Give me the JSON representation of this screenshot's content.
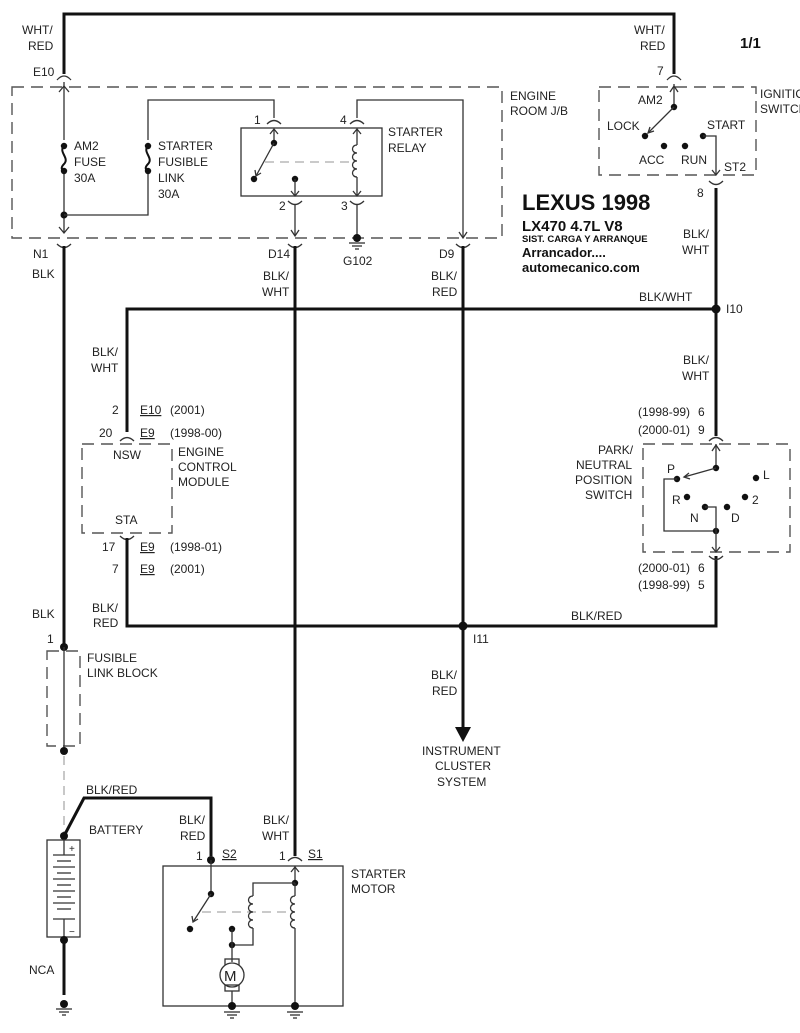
{
  "page_indicator": "1/1",
  "title": {
    "make_year": "LEXUS 1998",
    "model": "LX470  4.7L  V8",
    "system": "SIST. CARGA Y ARRANQUE",
    "section": "Arrancador....",
    "site": "automecanico.com"
  },
  "components": {
    "engine_room_jb": [
      "ENGINE",
      "ROOM J/B"
    ],
    "am2_fuse": [
      "AM2",
      "FUSE",
      "30A"
    ],
    "starter_fusible_link": [
      "STARTER",
      "FUSIBLE",
      "LINK",
      "30A"
    ],
    "starter_relay": [
      "STARTER",
      "RELAY"
    ],
    "ignition_switch": [
      "IGNITION",
      "SWITCH"
    ],
    "ignition_positions": {
      "am2": "AM2",
      "lock": "LOCK",
      "acc": "ACC",
      "run": "RUN",
      "start": "START",
      "st2": "ST2"
    },
    "ecm": [
      "ENGINE",
      "CONTROL",
      "MODULE"
    ],
    "ecm_pins": {
      "nsw": "NSW",
      "sta": "STA"
    },
    "pnp_switch": [
      "PARK/",
      "NEUTRAL",
      "POSITION",
      "SWITCH"
    ],
    "pnp_positions": {
      "p": "P",
      "r": "R",
      "n": "N",
      "d": "D",
      "two": "2",
      "l": "L"
    },
    "fusible_link_block": [
      "FUSIBLE",
      "LINK BLOCK"
    ],
    "battery": "BATTERY",
    "battery_plus": "+",
    "battery_minus": "−",
    "starter_motor": [
      "STARTER",
      "MOTOR"
    ],
    "motor_symbol": "M",
    "instrument_cluster": [
      "INSTRUMENT",
      "CLUSTER",
      "SYSTEM"
    ]
  },
  "connectors": {
    "e10": "E10",
    "n1": "N1",
    "d14": "D14",
    "d9": "D9",
    "g102": "G102",
    "i10": "I10",
    "i11": "I11",
    "s1": "S1",
    "s2": "S2",
    "nca": "NCA",
    "relay_pins": [
      "1",
      "2",
      "3",
      "4"
    ],
    "ign_pin_in": "7",
    "ign_pin_out": "8",
    "fusible_pin": "1",
    "s1_pin": "1",
    "s2_pin": "1"
  },
  "ecm_connectors": [
    {
      "pin": "2",
      "conn": "E10",
      "years": "(2001)"
    },
    {
      "pin": "20",
      "conn": "E9",
      "years": "(1998-00)"
    },
    {
      "pin": "17",
      "conn": "E9",
      "years": "(1998-01)"
    },
    {
      "pin": "7",
      "conn": "E9",
      "years": "(2001)"
    }
  ],
  "pnp_connectors": [
    {
      "years": "(1998-99)",
      "pin": "6"
    },
    {
      "years": "(2000-01)",
      "pin": "9"
    },
    {
      "years": "(2000-01)",
      "pin": "6"
    },
    {
      "years": "(1998-99)",
      "pin": "5"
    }
  ],
  "wire_colors": {
    "wht_red": [
      "WHT/",
      "RED"
    ],
    "blk": "BLK",
    "blk_wht": [
      "BLK/",
      "WHT"
    ],
    "blk_red": [
      "BLK/",
      "RED"
    ],
    "blk_wht_inline": "BLK/WHT",
    "blk_red_inline": "BLK/RED"
  }
}
